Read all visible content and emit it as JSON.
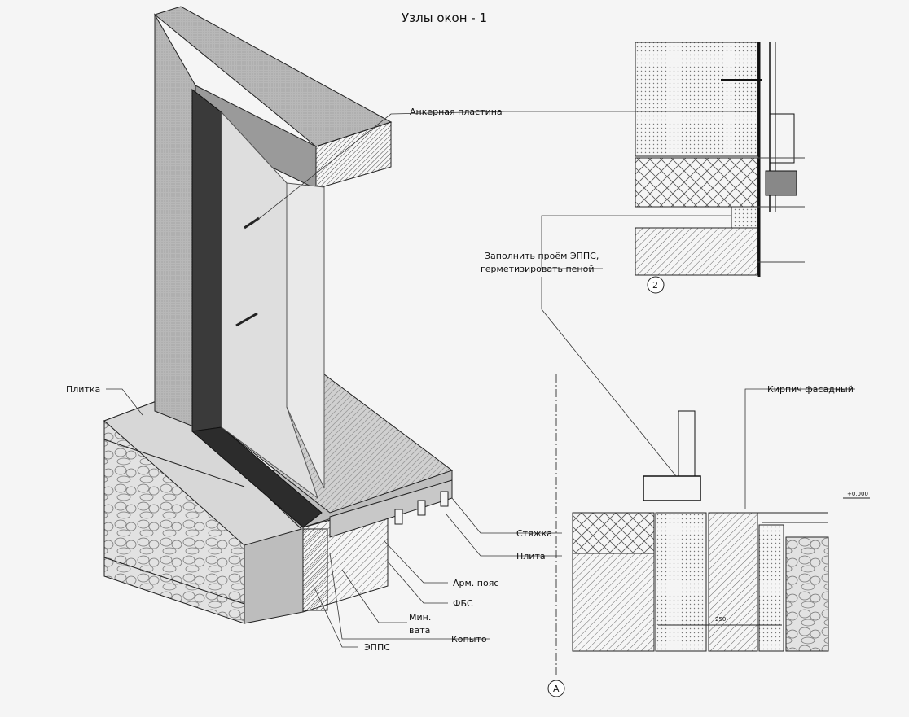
{
  "title": "Узлы окон - 1",
  "labels": {
    "anchor_plate": "Анкерная пластина",
    "fill_opening_1": "Заполнить проём ЭППС,",
    "fill_opening_2": "герметизировать пеной",
    "tile": "Плитка",
    "brick": "Кирпич фасадный",
    "screed": "Стяжка",
    "slab": "Плита",
    "belt": "Арм. пояс",
    "fbs": "ФБС",
    "minwool_1": "Мин.",
    "minwool_2": "вата",
    "kopyto": "Копыто",
    "epps": "ЭППС",
    "level": "+0,000",
    "dim": "250",
    "callout_2": "2",
    "callout_a": "A"
  }
}
